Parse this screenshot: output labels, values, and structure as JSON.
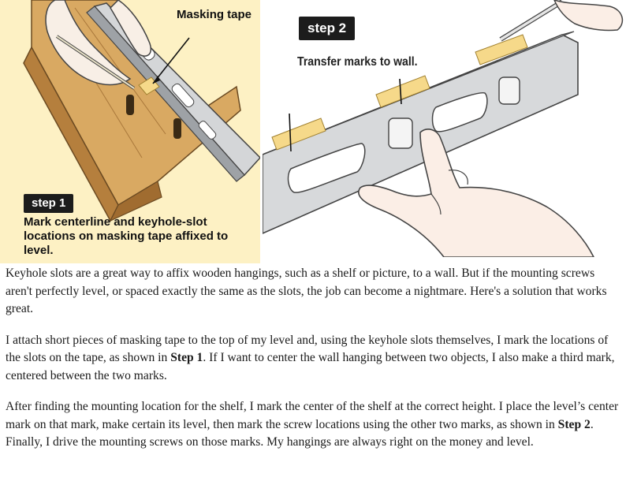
{
  "figure": {
    "step1": {
      "badge": "step 1",
      "caption": "Mark centerline and keyhole-slot locations on masking tape affixed to level.",
      "callout": "Masking tape"
    },
    "step2": {
      "badge": "step 2",
      "caption": "Transfer marks to wall."
    }
  },
  "article": {
    "p1": "Keyhole slots are a great way to affix wooden hangings, such as a shelf or picture, to a wall. But if the mounting screws aren't perfectly level, or spaced exactly the same as the slots, the job can become a nightmare. Here's a solution that works great.",
    "p2_a": "I attach short pieces of masking tape to the top of my level and, using the keyhole slots themselves, I mark the locations of the slots on the tape, as shown in ",
    "p2_bold": "Step 1",
    "p2_b": ". If I want to center the wall hanging between two objects, I also make a third mark, centered between the two marks.",
    "p3_a": "After finding the mounting location for the shelf, I mark the center of the shelf at the correct height. I place the level’s center mark on that mark, make certain its level, then mark the screw locations using the other two marks, as shown in ",
    "p3_bold": "Step 2",
    "p3_b": ". Finally, I drive the mounting screws on those marks. My hangings are always right on the money and level."
  }
}
